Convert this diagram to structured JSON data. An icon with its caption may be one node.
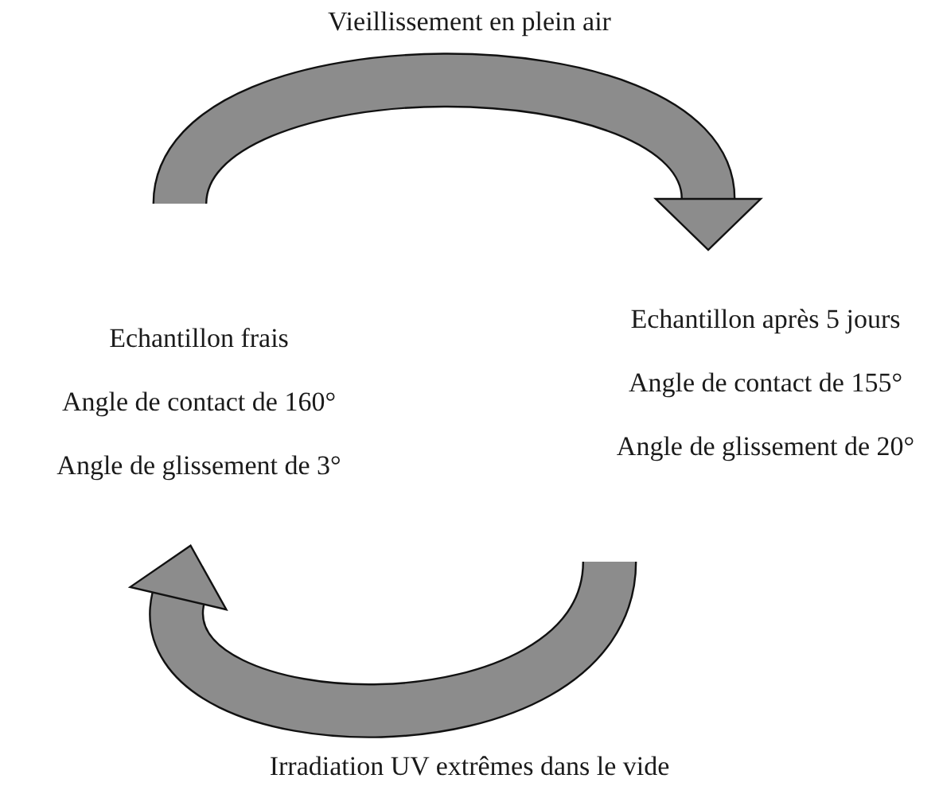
{
  "diagram": {
    "nodes": [
      {
        "text": [
          "Echantillon frais",
          "Angle de contact de 160°",
          "Angle de glissement de 3°"
        ]
      },
      {
        "text": [
          "Echantillon après 5 jours",
          "Angle de contact de 155°",
          "Angle de glissement de 20°"
        ]
      }
    ],
    "edges": [
      {
        "from": 0,
        "to": 1,
        "arrow": "to",
        "label": "Vieillissement en plein air"
      },
      {
        "from": 1,
        "to": 0,
        "arrow": "to",
        "label": "Irradiation UV extrêmes dans le vide"
      }
    ]
  }
}
